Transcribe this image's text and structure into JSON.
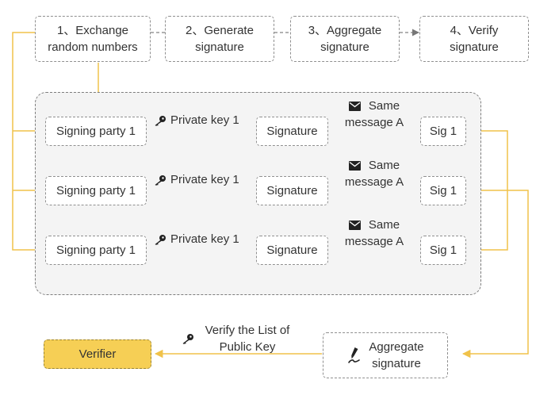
{
  "steps": [
    {
      "line1": "1、Exchange",
      "line2": "random numbers"
    },
    {
      "line1": "2、Generate",
      "line2": "signature"
    },
    {
      "line1": "3、Aggregate",
      "line2": "signature"
    },
    {
      "line1": "4、Verify",
      "line2": "signature"
    }
  ],
  "rows": [
    {
      "party": "Signing party 1",
      "key_label": "Private key 1",
      "signature": "Signature",
      "msg_line1": "Same",
      "msg_line2": "message A",
      "sig": "Sig 1"
    },
    {
      "party": "Signing party 1",
      "key_label": "Private key 1",
      "signature": "Signature",
      "msg_line1": "Same",
      "msg_line2": "message A",
      "sig": "Sig 1"
    },
    {
      "party": "Signing party 1",
      "key_label": "Private key 1",
      "signature": "Signature",
      "msg_line1": "Same",
      "msg_line2": "message A",
      "sig": "Sig 1"
    }
  ],
  "aggregate": {
    "line1": "Aggregate",
    "line2": "signature"
  },
  "verify_label": {
    "line1": "Verify the List of",
    "line2": "Public Key"
  },
  "verifier": "Verifier",
  "icons": {
    "key": "key-icon",
    "mail": "envelope-icon",
    "pen": "pen-icon"
  },
  "colors": {
    "accent": "#f0c24a",
    "verifier_fill": "#f6cf55",
    "dashed": "#8f8f8f",
    "panel_bg": "#f4f4f4"
  }
}
